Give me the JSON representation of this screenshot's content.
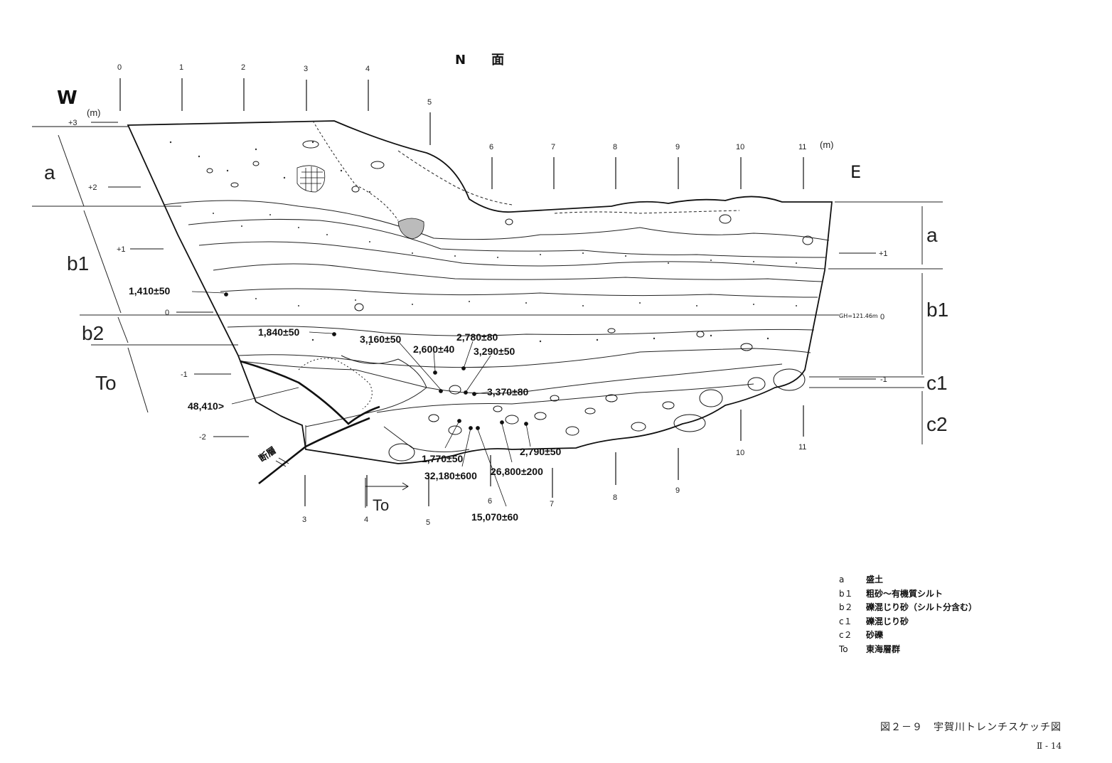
{
  "title": "N　　面",
  "west_label": "W",
  "east_label": "E",
  "unit_top_left": "(m)",
  "unit_top_right": "(m)",
  "top_scale": [
    "0",
    "1",
    "2",
    "3",
    "4",
    "5",
    "6",
    "7",
    "8",
    "9",
    "10",
    "11"
  ],
  "bottom_scale": [
    "3",
    "4",
    "5",
    "6",
    "7",
    "8",
    "9",
    "10",
    "11"
  ],
  "west_elevations": [
    "+3",
    "+2",
    "+1",
    "0",
    "-1",
    "-2"
  ],
  "east_elevations": [
    "+1",
    "0",
    "-1"
  ],
  "gh_label": "GH=121.46m",
  "west_layers": [
    "a",
    "b1",
    "b2",
    "To"
  ],
  "east_layers": [
    "a",
    "b1",
    "c1",
    "c2"
  ],
  "fault_label": "断層",
  "to_bottom_label": "To",
  "dates": [
    {
      "label": "1,410±50"
    },
    {
      "label": "1,840±50"
    },
    {
      "label": "3,160±50"
    },
    {
      "label": "2,780±80"
    },
    {
      "label": "2,600±40"
    },
    {
      "label": "3,290±50"
    },
    {
      "label": "3,370±80"
    },
    {
      "label": "48,410>"
    },
    {
      "label": "1,770±50"
    },
    {
      "label": "32,180±600"
    },
    {
      "label": "26,800±200"
    },
    {
      "label": "2,790±50"
    },
    {
      "label": "15,070±60"
    }
  ],
  "legend": [
    {
      "code": "a",
      "desc": "盛土"
    },
    {
      "code": "b１",
      "desc": "粗砂〜有機質シルト"
    },
    {
      "code": "b２",
      "desc": "礫混じり砂（シルト分含む）"
    },
    {
      "code": "c１",
      "desc": "礫混じり砂"
    },
    {
      "code": "c２",
      "desc": "砂礫"
    },
    {
      "code": "To",
      "desc": "東海層群"
    }
  ],
  "caption": "図２－９　宇賀川トレンチスケッチ図",
  "page_number": "Ⅱ - 14"
}
